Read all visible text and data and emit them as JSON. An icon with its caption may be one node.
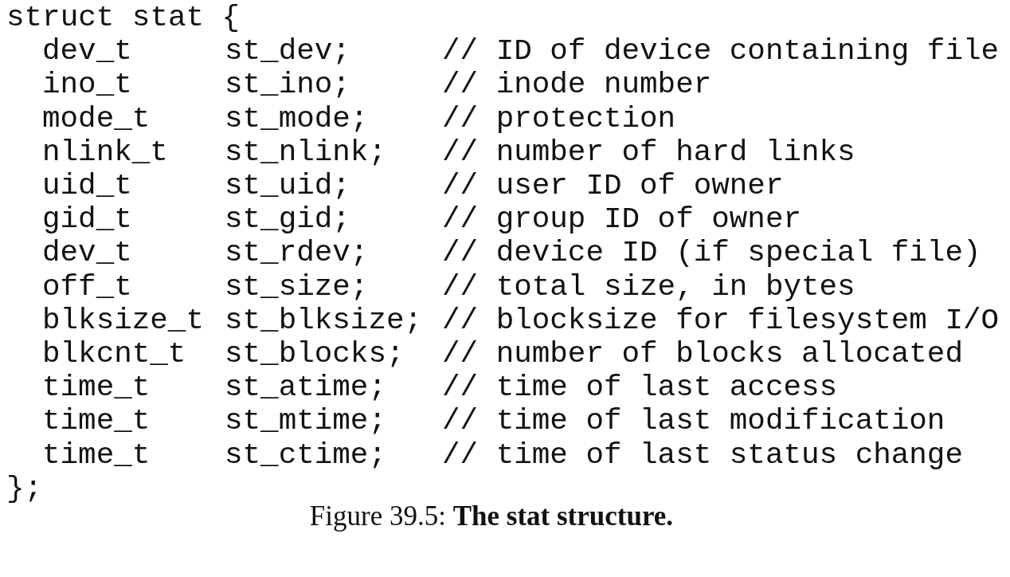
{
  "diagram": {
    "caption": "Figure 39.5: **The stat structure.**",
    "labels": [
      "struct stat {",
      "dev_t",
      "st_dev;",
      "// ID of device containing file",
      "ino_t",
      "st_ino;",
      "// inode number",
      "mode_t",
      "st_mode;",
      "// protection",
      "nlink_t",
      "st_nlink;",
      "// number of hard links",
      "uid_t",
      "st_uid;",
      "// user ID of owner",
      "gid_t",
      "st_gid;",
      "// group ID of owner",
      "dev_t",
      "st_rdev;",
      "// device ID (if special file)",
      "off_t",
      "st_size;",
      "// total size, in bytes",
      "blksize_t",
      "st_blksize;",
      "// blocksize for filesystem I/O",
      "blkcnt_t",
      "st_blocks;",
      "// number of blocks allocated",
      "time_t",
      "st_atime;",
      "// time of last access",
      "time_t",
      "st_mtime;",
      "// time of last modification",
      "time_t",
      "st_ctime;",
      "// time of last status change",
      "};"
    ]
  }
}
